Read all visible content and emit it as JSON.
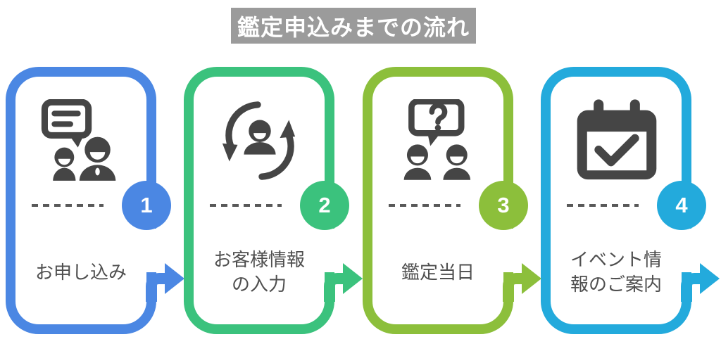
{
  "title": {
    "text": "鑑定申込みまでの流れ",
    "bg_color": "#9B9B9B",
    "text_color": "#FFFFFF"
  },
  "steps": [
    {
      "number": "1",
      "label": "お申し込み",
      "color": "#4B87E3",
      "icon": "people-chat-icon"
    },
    {
      "number": "2",
      "label": "お客様情報\nの入力",
      "color": "#3BC27D",
      "icon": "person-sync-icon"
    },
    {
      "number": "3",
      "label": "鑑定当日",
      "color": "#8CBF3B",
      "icon": "question-discussion-icon"
    },
    {
      "number": "4",
      "label": "イベント情\n報のご案内",
      "color": "#23AADC",
      "icon": "calendar-check-icon"
    }
  ],
  "icon_color": "#454545",
  "divider_color": "#595959",
  "label_color": "#4F4F4F"
}
